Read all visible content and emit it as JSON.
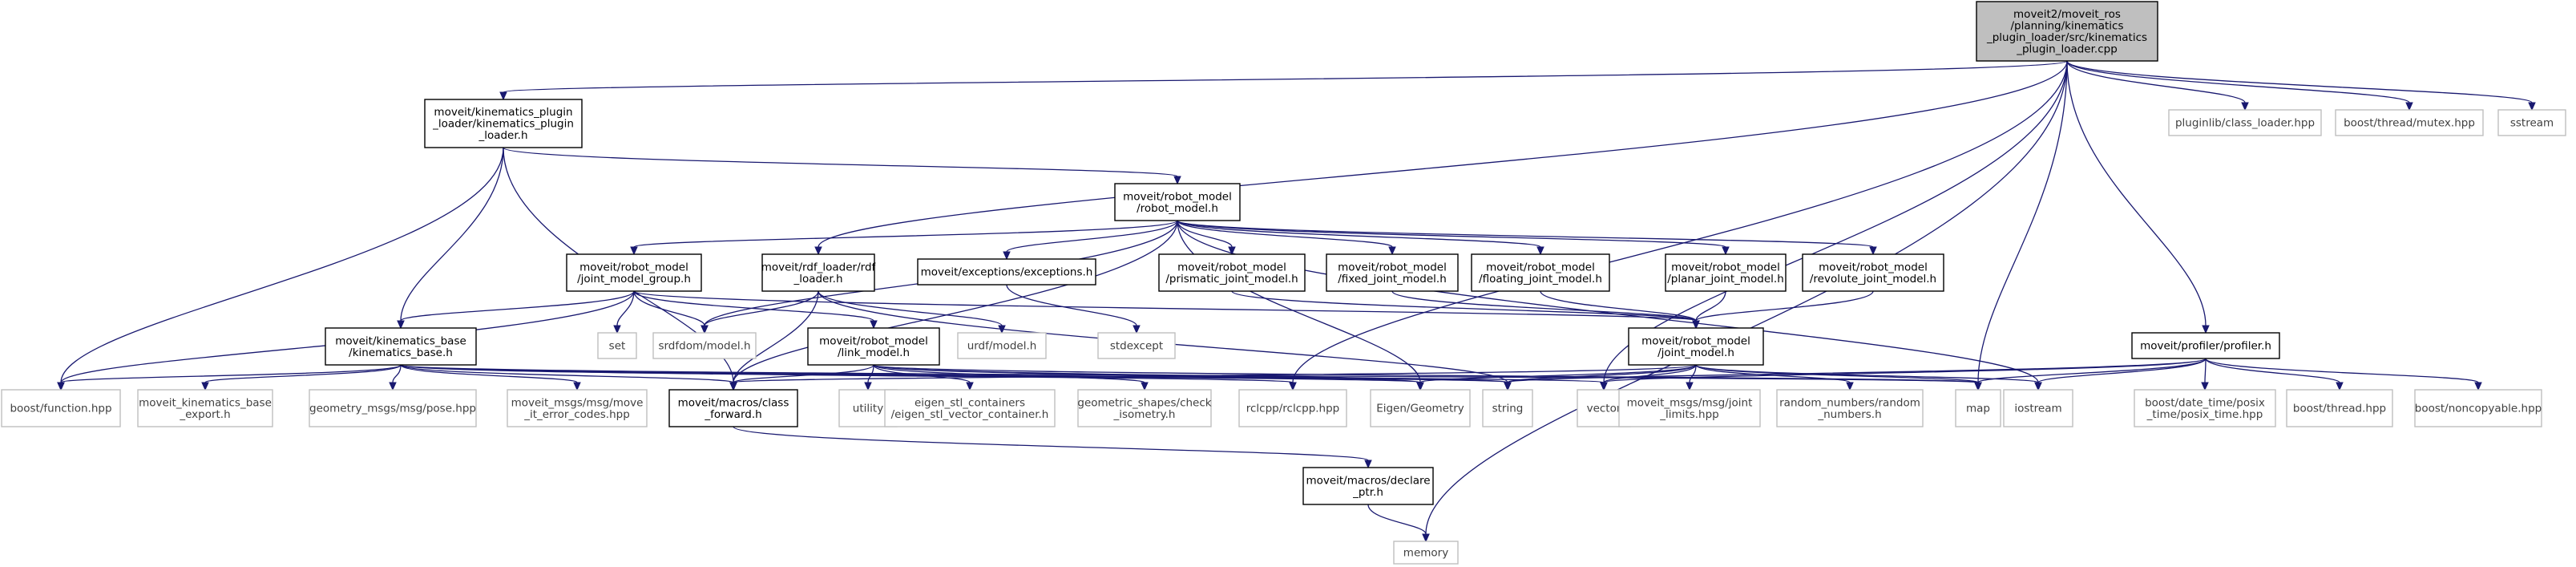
{
  "graph": {
    "colors": {
      "edge": "#191970",
      "root_fill": "#bfbfbf",
      "documented_border": "#000000",
      "external_border": "#bfbfbf"
    },
    "nodes": [
      {
        "id": "root",
        "kind": "root",
        "lines": [
          "moveit2/moveit_ros",
          "/planning/kinematics",
          "_plugin_loader/src/kinematics",
          "_plugin_loader.cpp"
        ]
      },
      {
        "id": "kpl",
        "kind": "doc",
        "lines": [
          "moveit/kinematics_plugin",
          "_loader/kinematics_plugin",
          "_loader.h"
        ]
      },
      {
        "id": "pluginlib",
        "kind": "ext",
        "lines": [
          "pluginlib/class_loader.hpp"
        ]
      },
      {
        "id": "mutex",
        "kind": "ext",
        "lines": [
          "boost/thread/mutex.hpp"
        ]
      },
      {
        "id": "sstream",
        "kind": "ext",
        "lines": [
          "sstream"
        ]
      },
      {
        "id": "robot_model",
        "kind": "doc",
        "lines": [
          "moveit/robot_model",
          "/robot_model.h"
        ]
      },
      {
        "id": "jmg",
        "kind": "doc",
        "lines": [
          "moveit/robot_model",
          "/joint_model_group.h"
        ]
      },
      {
        "id": "rdf",
        "kind": "doc",
        "lines": [
          "moveit/rdf_loader/rdf",
          "_loader.h"
        ]
      },
      {
        "id": "exceptions",
        "kind": "doc",
        "lines": [
          "moveit/exceptions/exceptions.h"
        ]
      },
      {
        "id": "prismatic",
        "kind": "doc",
        "lines": [
          "moveit/robot_model",
          "/prismatic_joint_model.h"
        ]
      },
      {
        "id": "fixed",
        "kind": "doc",
        "lines": [
          "moveit/robot_model",
          "/fixed_joint_model.h"
        ]
      },
      {
        "id": "floating",
        "kind": "doc",
        "lines": [
          "moveit/robot_model",
          "/floating_joint_model.h"
        ]
      },
      {
        "id": "planar",
        "kind": "doc",
        "lines": [
          "moveit/robot_model",
          "/planar_joint_model.h"
        ]
      },
      {
        "id": "revolute",
        "kind": "doc",
        "lines": [
          "moveit/robot_model",
          "/revolute_joint_model.h"
        ]
      },
      {
        "id": "kbase",
        "kind": "doc",
        "lines": [
          "moveit/kinematics_base",
          "/kinematics_base.h"
        ]
      },
      {
        "id": "set",
        "kind": "ext",
        "lines": [
          "set"
        ]
      },
      {
        "id": "srdfdom",
        "kind": "ext",
        "lines": [
          "srdfdom/model.h"
        ]
      },
      {
        "id": "link_model",
        "kind": "doc",
        "lines": [
          "moveit/robot_model",
          "/link_model.h"
        ]
      },
      {
        "id": "urdf",
        "kind": "ext",
        "lines": [
          "urdf/model.h"
        ]
      },
      {
        "id": "stdexcept",
        "kind": "ext",
        "lines": [
          "stdexcept"
        ]
      },
      {
        "id": "joint_model",
        "kind": "doc",
        "lines": [
          "moveit/robot_model",
          "/joint_model.h"
        ]
      },
      {
        "id": "profiler",
        "kind": "doc",
        "lines": [
          "moveit/profiler/profiler.h"
        ]
      },
      {
        "id": "bfunction",
        "kind": "ext",
        "lines": [
          "boost/function.hpp"
        ]
      },
      {
        "id": "kb_export",
        "kind": "ext",
        "lines": [
          "moveit_kinematics_base",
          "_export.h"
        ]
      },
      {
        "id": "pose",
        "kind": "ext",
        "lines": [
          "geometry_msgs/msg/pose.hpp"
        ]
      },
      {
        "id": "move_it_error",
        "kind": "ext",
        "lines": [
          "moveit_msgs/msg/move",
          "_it_error_codes.hpp"
        ]
      },
      {
        "id": "class_forward",
        "kind": "doc",
        "lines": [
          "moveit/macros/class",
          "_forward.h"
        ]
      },
      {
        "id": "utility",
        "kind": "ext",
        "lines": [
          "utility"
        ]
      },
      {
        "id": "eigen_stl",
        "kind": "ext",
        "lines": [
          "eigen_stl_containers",
          "/eigen_stl_vector_container.h"
        ]
      },
      {
        "id": "geom_shapes",
        "kind": "ext",
        "lines": [
          "geometric_shapes/check",
          "_isometry.h"
        ]
      },
      {
        "id": "rclcpp",
        "kind": "ext",
        "lines": [
          "rclcpp/rclcpp.hpp"
        ]
      },
      {
        "id": "eigen_geom",
        "kind": "ext",
        "lines": [
          "Eigen/Geometry"
        ]
      },
      {
        "id": "string",
        "kind": "ext",
        "lines": [
          "string"
        ]
      },
      {
        "id": "vector",
        "kind": "ext",
        "lines": [
          "vector"
        ]
      },
      {
        "id": "joint_limits",
        "kind": "ext",
        "lines": [
          "moveit_msgs/msg/joint",
          "_limits.hpp"
        ]
      },
      {
        "id": "random_numbers",
        "kind": "ext",
        "lines": [
          "random_numbers/random",
          "_numbers.h"
        ]
      },
      {
        "id": "map",
        "kind": "ext",
        "lines": [
          "map"
        ]
      },
      {
        "id": "iostream",
        "kind": "ext",
        "lines": [
          "iostream"
        ]
      },
      {
        "id": "posix_time",
        "kind": "ext",
        "lines": [
          "boost/date_time/posix",
          "_time/posix_time.hpp"
        ]
      },
      {
        "id": "bthread",
        "kind": "ext",
        "lines": [
          "boost/thread.hpp"
        ]
      },
      {
        "id": "noncopyable",
        "kind": "ext",
        "lines": [
          "boost/noncopyable.hpp"
        ]
      },
      {
        "id": "declare_ptr",
        "kind": "doc",
        "lines": [
          "moveit/macros/declare",
          "_ptr.h"
        ]
      },
      {
        "id": "memory",
        "kind": "ext",
        "lines": [
          "memory"
        ]
      }
    ],
    "edges": [
      [
        "root",
        "kpl"
      ],
      [
        "root",
        "pluginlib"
      ],
      [
        "root",
        "mutex"
      ],
      [
        "root",
        "sstream"
      ],
      [
        "root",
        "rdf"
      ],
      [
        "root",
        "rclcpp"
      ],
      [
        "root",
        "vector"
      ],
      [
        "root",
        "map"
      ],
      [
        "root",
        "profiler"
      ],
      [
        "root",
        "memory"
      ],
      [
        "kpl",
        "robot_model"
      ],
      [
        "kpl",
        "kbase"
      ],
      [
        "kpl",
        "bfunction"
      ],
      [
        "kpl",
        "class_forward"
      ],
      [
        "robot_model",
        "jmg"
      ],
      [
        "robot_model",
        "srdfdom"
      ],
      [
        "robot_model",
        "exceptions"
      ],
      [
        "robot_model",
        "prismatic"
      ],
      [
        "robot_model",
        "fixed"
      ],
      [
        "robot_model",
        "floating"
      ],
      [
        "robot_model",
        "planar"
      ],
      [
        "robot_model",
        "revolute"
      ],
      [
        "robot_model",
        "class_forward"
      ],
      [
        "robot_model",
        "eigen_geom"
      ],
      [
        "robot_model",
        "iostream"
      ],
      [
        "jmg",
        "kbase"
      ],
      [
        "jmg",
        "link_model"
      ],
      [
        "jmg",
        "set"
      ],
      [
        "jmg",
        "srdfdom"
      ],
      [
        "jmg",
        "joint_model"
      ],
      [
        "jmg",
        "bfunction"
      ],
      [
        "rdf",
        "srdfdom"
      ],
      [
        "rdf",
        "urdf"
      ],
      [
        "rdf",
        "class_forward"
      ],
      [
        "rdf",
        "string"
      ],
      [
        "exceptions",
        "stdexcept"
      ],
      [
        "prismatic",
        "joint_model"
      ],
      [
        "fixed",
        "joint_model"
      ],
      [
        "floating",
        "joint_model"
      ],
      [
        "planar",
        "joint_model"
      ],
      [
        "revolute",
        "joint_model"
      ],
      [
        "kbase",
        "bfunction"
      ],
      [
        "kbase",
        "kb_export"
      ],
      [
        "kbase",
        "pose"
      ],
      [
        "kbase",
        "move_it_error"
      ],
      [
        "kbase",
        "class_forward"
      ],
      [
        "kbase",
        "rclcpp"
      ],
      [
        "kbase",
        "string"
      ],
      [
        "kbase",
        "vector"
      ],
      [
        "kbase",
        "eigen_geom"
      ],
      [
        "kbase",
        "map"
      ],
      [
        "link_model",
        "class_forward"
      ],
      [
        "link_model",
        "utility"
      ],
      [
        "link_model",
        "eigen_stl"
      ],
      [
        "link_model",
        "geom_shapes"
      ],
      [
        "link_model",
        "eigen_geom"
      ],
      [
        "link_model",
        "string"
      ],
      [
        "link_model",
        "map"
      ],
      [
        "joint_model",
        "class_forward"
      ],
      [
        "joint_model",
        "eigen_geom"
      ],
      [
        "joint_model",
        "string"
      ],
      [
        "joint_model",
        "vector"
      ],
      [
        "joint_model",
        "joint_limits"
      ],
      [
        "joint_model",
        "random_numbers"
      ],
      [
        "joint_model",
        "map"
      ],
      [
        "joint_model",
        "iostream"
      ],
      [
        "class_forward",
        "declare_ptr"
      ],
      [
        "declare_ptr",
        "memory"
      ],
      [
        "profiler",
        "string"
      ],
      [
        "profiler",
        "vector"
      ],
      [
        "profiler",
        "map"
      ],
      [
        "profiler",
        "iostream"
      ],
      [
        "profiler",
        "posix_time"
      ],
      [
        "profiler",
        "bthread"
      ],
      [
        "profiler",
        "noncopyable"
      ]
    ]
  }
}
